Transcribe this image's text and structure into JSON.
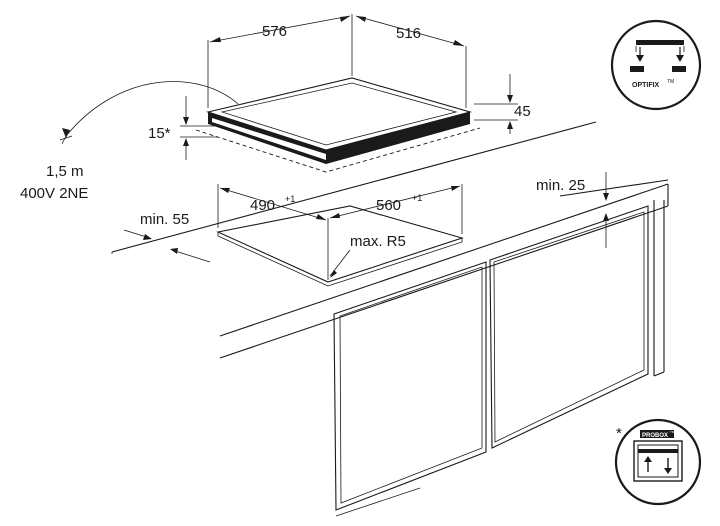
{
  "dimensions": {
    "hob_width": "576",
    "hob_depth": "516",
    "hob_height": "45",
    "clearance_top": "15*",
    "cutout_width": "490",
    "cutout_width_tol": "+1",
    "cutout_depth": "560",
    "cutout_depth_tol": "+1",
    "front_margin": "min. 55",
    "corner_radius": "max. R5",
    "side_margin": "min. 25"
  },
  "cable": {
    "length": "1,5 m",
    "spec": "400V 2NE"
  },
  "badges": {
    "optifix_label": "OPTIFIX",
    "optifix_tm": "TM",
    "probox_label": "PROBOX",
    "probox_tm": "TM",
    "asterisk": "*"
  },
  "colors": {
    "line": "#1a1a1a",
    "background": "#ffffff"
  }
}
